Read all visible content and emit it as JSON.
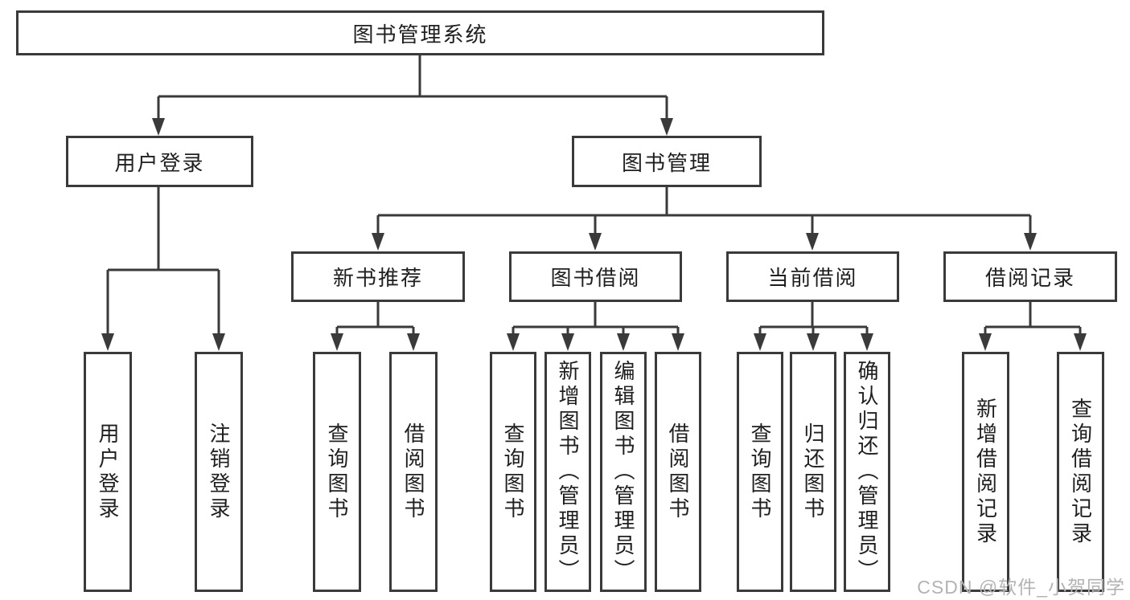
{
  "colors": {
    "line": "#3a3a3a",
    "text": "#1f1f1f",
    "watermark": "#b3b3b3",
    "background": "#ffffff"
  },
  "watermark": "CSDN @软件_小贺同学",
  "tree": {
    "label": "图书管理系统",
    "children": [
      {
        "label": "用户登录",
        "children": [
          {
            "label": "用户登录"
          },
          {
            "label": "注销登录"
          }
        ]
      },
      {
        "label": "图书管理",
        "children": [
          {
            "label": "新书推荐",
            "children": [
              {
                "label": "查询图书"
              },
              {
                "label": "借阅图书"
              }
            ]
          },
          {
            "label": "图书借阅",
            "children": [
              {
                "label": "查询图书"
              },
              {
                "label": "新增图书（管理员）"
              },
              {
                "label": "编辑图书（管理员）"
              },
              {
                "label": "借阅图书"
              }
            ]
          },
          {
            "label": "当前借阅",
            "children": [
              {
                "label": "查询图书"
              },
              {
                "label": "归还图书"
              },
              {
                "label": "确认归还（管理员）"
              }
            ]
          },
          {
            "label": "借阅记录",
            "children": [
              {
                "label": "新增借阅记录"
              },
              {
                "label": "查询借阅记录"
              }
            ]
          }
        ]
      }
    ]
  }
}
